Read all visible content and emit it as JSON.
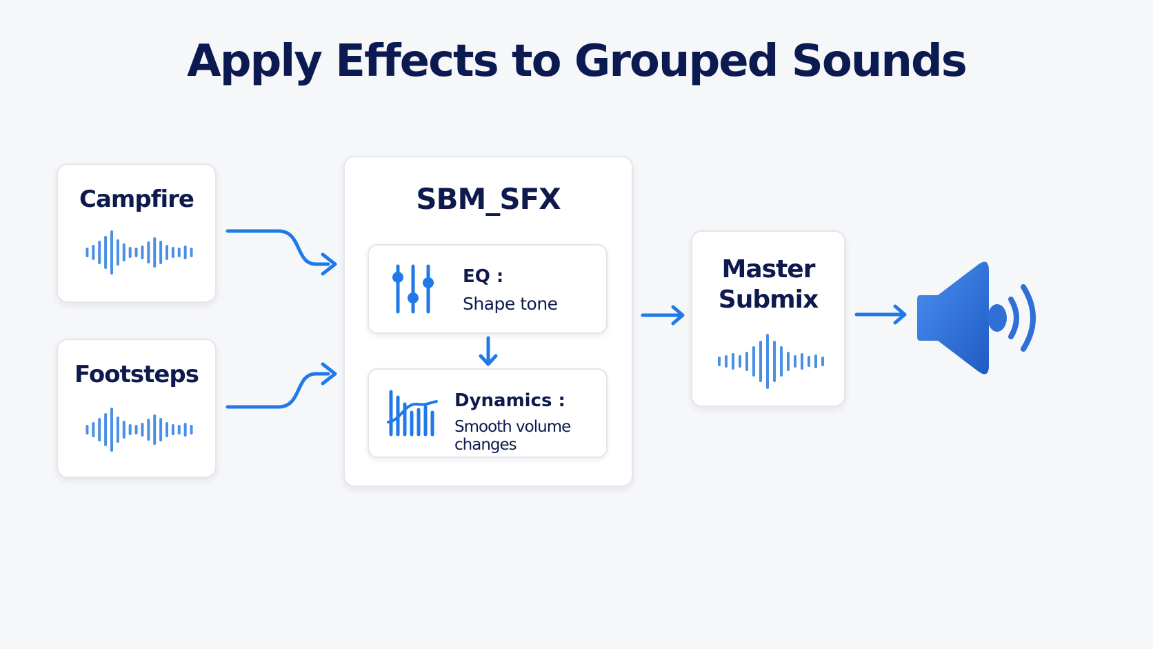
{
  "title": "Apply Effects to Grouped Sounds",
  "sources": [
    {
      "label": "Campfire"
    },
    {
      "label": "Footsteps"
    }
  ],
  "group": {
    "label": "SBM_SFX",
    "effects": [
      {
        "name": "EQ :",
        "description": "Shape tone",
        "icon": "eq-sliders-icon"
      },
      {
        "name": "Dynamics :",
        "description": "Smooth volume changes",
        "icon": "dynamics-icon"
      }
    ]
  },
  "master": {
    "label_line1": "Master",
    "label_line2": "Submix"
  },
  "output": {
    "icon": "speaker-icon"
  },
  "colors": {
    "accent": "#1f7ae8",
    "wave": "#4a8fe6",
    "speaker": "#2f6fd6",
    "text": "#0e1a4d",
    "card_border": "#e3e6ec"
  }
}
